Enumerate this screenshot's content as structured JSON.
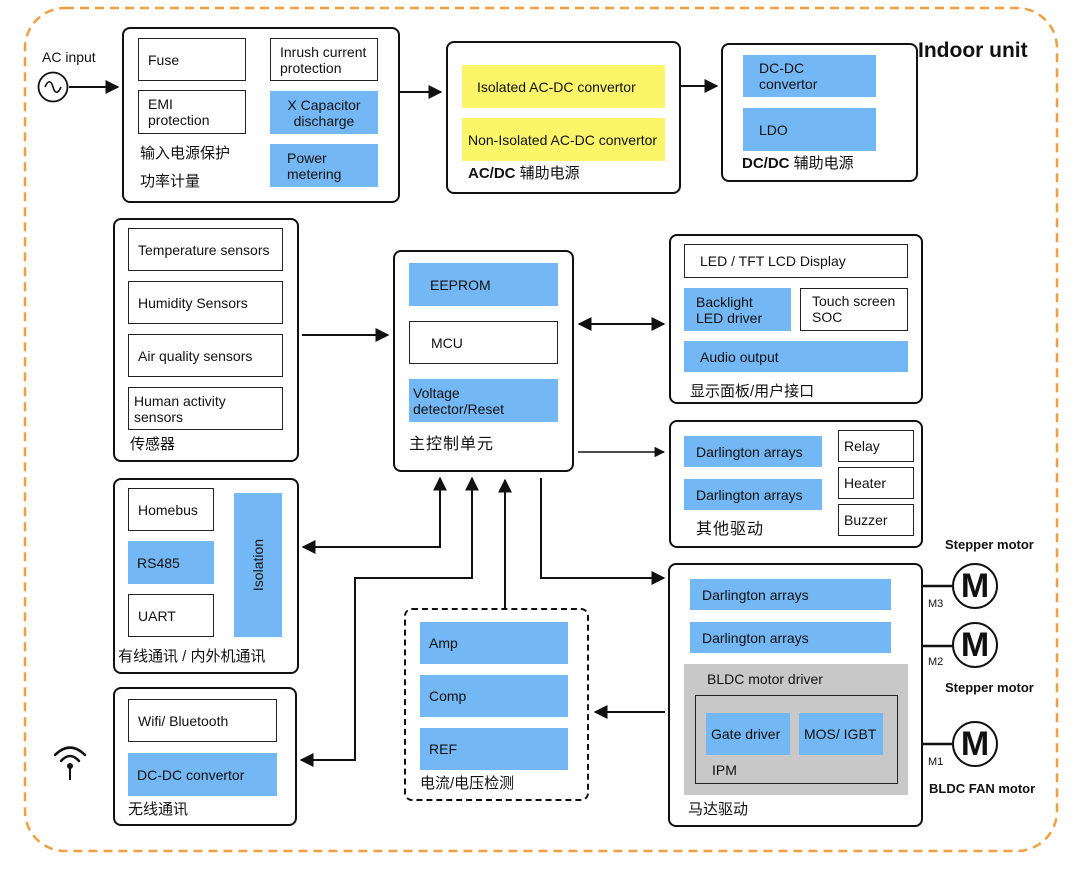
{
  "title": "Indoor unit",
  "ac_input": "AC input",
  "input_protection": {
    "caption_line1": "输入电源保护",
    "caption_line2": "功率计量",
    "fuse": "Fuse",
    "inrush": "Inrush current protection",
    "emi": "EMI protection",
    "xcap": "X Capacitor discharge",
    "power_metering": "Power metering"
  },
  "acdc": {
    "caption_bold": "AC/DC",
    "caption_rest": " 辅助电源",
    "isolated": "Isolated AC-DC convertor",
    "non_isolated": "Non-Isolated AC-DC convertor"
  },
  "dcdc": {
    "caption_bold": "DC/DC",
    "caption_rest": " 辅助电源",
    "dcdc_convertor": "DC-DC convertor",
    "ldo": "LDO"
  },
  "sensors": {
    "caption": "传感器",
    "temperature": "Temperature sensors",
    "humidity": "Humidity Sensors",
    "air_quality": "Air quality sensors",
    "human_activity": "Human activity sensors"
  },
  "mcu_unit": {
    "caption": "主控制单元",
    "eeprom": "EEPROM",
    "mcu": "MCU",
    "voltage_detector": "Voltage detector/Reset"
  },
  "display": {
    "caption": "显示面板/用户接口",
    "led_tft": "LED / TFT  LCD  Display",
    "backlight": "Backlight LED driver",
    "touch": "Touch screen SOC",
    "audio": "Audio output"
  },
  "other_drive": {
    "caption": "其他驱动",
    "darlington1": "Darlington arrays",
    "darlington2": "Darlington arrays",
    "relay": "Relay",
    "heater": "Heater",
    "buzzer": "Buzzer"
  },
  "wired": {
    "caption": "有线通讯 / 内外机通讯",
    "homebus": "Homebus",
    "rs485": "RS485",
    "uart": "UART",
    "isolation": "Isolation"
  },
  "wireless": {
    "caption": "无线通讯",
    "wifi": "Wifi/ Bluetooth",
    "dcdc": "DC-DC convertor"
  },
  "detection": {
    "caption": "电流/电压检测",
    "amp": "Amp",
    "comp": "Comp",
    "ref": "REF"
  },
  "motor_drive": {
    "caption": "马达驱动",
    "darlington1": "Darlington arrays",
    "darlington2": "Darlington arrays",
    "bldc_driver": "BLDC motor driver",
    "gate_driver": "Gate driver",
    "mos_igbt": "MOS/ IGBT",
    "ipm": "IPM"
  },
  "motors": {
    "stepper_label_top": "Stepper motor",
    "stepper_label_mid": "Stepper motor",
    "bldc_fan_label": "BLDC FAN motor",
    "m3": "M3",
    "m2": "M2",
    "m1": "M1",
    "motor_symbol": "M"
  },
  "colors": {
    "blue_block": "#74b7f5",
    "yellow_block": "#fbf56a",
    "gray_block": "#c8c8c8",
    "frame_orange": "#f0a040"
  }
}
